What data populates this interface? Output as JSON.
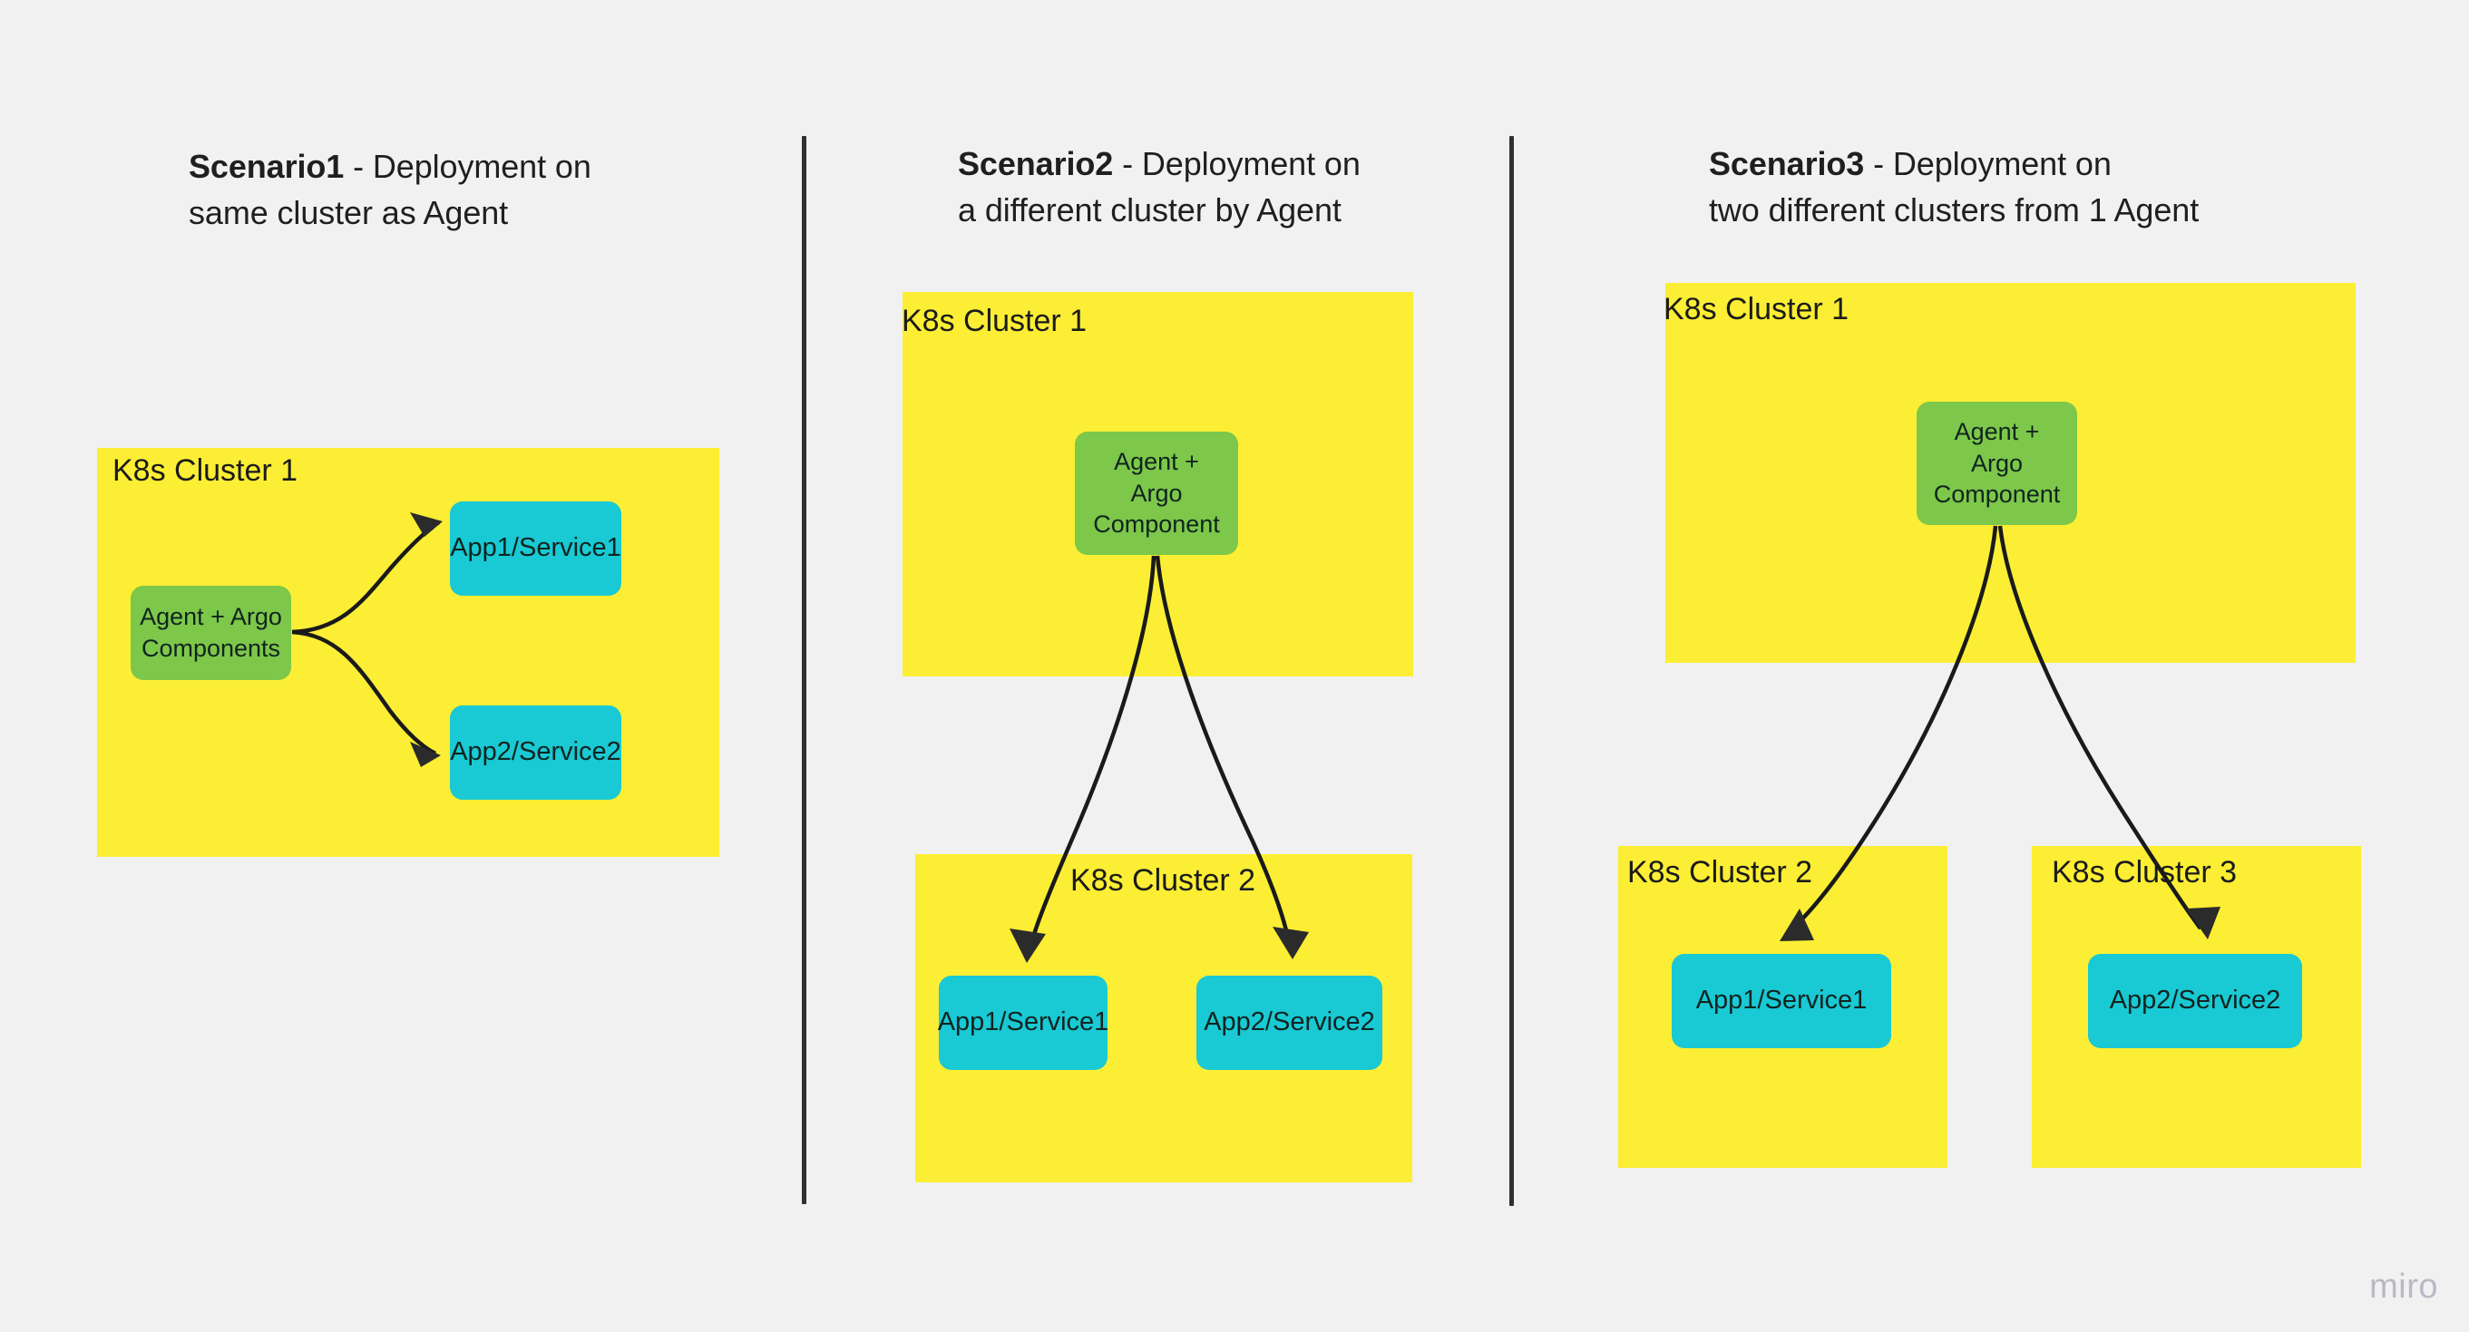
{
  "background_color": "#f1f1f1",
  "colors": {
    "cluster_yellow": "#fbee34",
    "agent_green": "#7dc74a",
    "app_cyan": "#19c9d4",
    "arrow_black": "#1a1a1a",
    "divider_gray": "#2f3033",
    "watermark_gray": "#b9b9c6"
  },
  "watermark": "miro",
  "scenarios": [
    {
      "id": "scenario1",
      "title_strong": "Scenario1",
      "title_rest": " - Deployment on\nsame cluster as Agent",
      "clusters": [
        {
          "label": "K8s Cluster 1"
        }
      ],
      "nodes": [
        {
          "label": "Agent + Argo\nComponents",
          "type": "agent"
        },
        {
          "label": "App1/Service1",
          "type": "app"
        },
        {
          "label": "App2/Service2",
          "type": "app"
        }
      ],
      "edges": [
        {
          "from": "Agent + Argo Components",
          "to": "App1/Service1"
        },
        {
          "from": "Agent + Argo Components",
          "to": "App2/Service2"
        }
      ]
    },
    {
      "id": "scenario2",
      "title_strong": "Scenario2",
      "title_rest": " - Deployment on\na different cluster by Agent",
      "clusters": [
        {
          "label": "K8s Cluster 1"
        },
        {
          "label": "K8s Cluster 2"
        }
      ],
      "nodes": [
        {
          "label": "Agent +\nArgo\nComponent",
          "type": "agent"
        },
        {
          "label": "App1/Service1",
          "type": "app"
        },
        {
          "label": "App2/Service2",
          "type": "app"
        }
      ],
      "edges": [
        {
          "from": "Agent + Argo Component",
          "to": "App1/Service1"
        },
        {
          "from": "Agent + Argo Component",
          "to": "App2/Service2"
        }
      ]
    },
    {
      "id": "scenario3",
      "title_strong": "Scenario3",
      "title_rest": " - Deployment on\ntwo different clusters from 1 Agent",
      "clusters": [
        {
          "label": "K8s Cluster 1"
        },
        {
          "label": "K8s Cluster 2"
        },
        {
          "label": "K8s Cluster 3"
        }
      ],
      "nodes": [
        {
          "label": "Agent +\nArgo\nComponent",
          "type": "agent"
        },
        {
          "label": "App1/Service1",
          "type": "app"
        },
        {
          "label": "App2/Service2",
          "type": "app"
        }
      ],
      "edges": [
        {
          "from": "Agent + Argo Component",
          "to": "App1/Service1"
        },
        {
          "from": "Agent + Argo Component",
          "to": "App2/Service2"
        }
      ]
    }
  ]
}
